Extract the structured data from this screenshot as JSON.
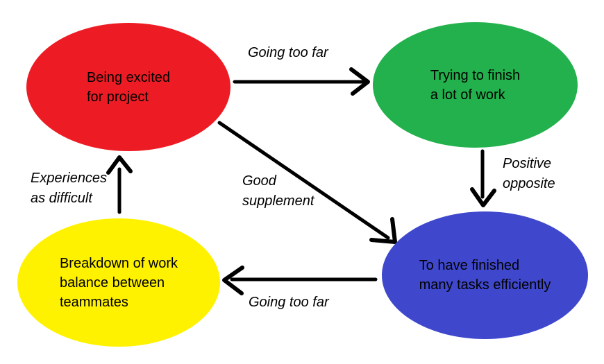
{
  "canvas": {
    "background": "#ffffff",
    "arrow_color": "#000000",
    "label_text_color": "#000000"
  },
  "nodes": [
    {
      "id": "being-excited",
      "lines": [
        "Being excited",
        "for project"
      ],
      "color": "#ed1c24",
      "text_color": "#000000"
    },
    {
      "id": "trying-to-finish",
      "lines": [
        "Trying to finish",
        "a lot of work"
      ],
      "color": "#22b14c",
      "text_color": "#000000"
    },
    {
      "id": "finished-many-tasks",
      "lines": [
        "To have finished",
        "many tasks efficiently"
      ],
      "color": "#3f48cc",
      "text_color": "#000000"
    },
    {
      "id": "breakdown-work-balance",
      "lines": [
        "Breakdown of work",
        "balance between",
        "teammates"
      ],
      "color": "#fff200",
      "text_color": "#000000"
    }
  ],
  "edges": [
    {
      "from": "being-excited",
      "to": "trying-to-finish",
      "label_lines": [
        "Going too far"
      ]
    },
    {
      "from": "trying-to-finish",
      "to": "finished-many-tasks",
      "label_lines": [
        "Positive",
        "opposite"
      ]
    },
    {
      "from": "being-excited",
      "to": "finished-many-tasks",
      "label_lines": [
        "Good",
        "supplement"
      ]
    },
    {
      "from": "finished-many-tasks",
      "to": "breakdown-work-balance",
      "label_lines": [
        "Going too far"
      ]
    },
    {
      "from": "breakdown-work-balance",
      "to": "being-excited",
      "label_lines": [
        "Experiences",
        "as difficult"
      ]
    }
  ]
}
